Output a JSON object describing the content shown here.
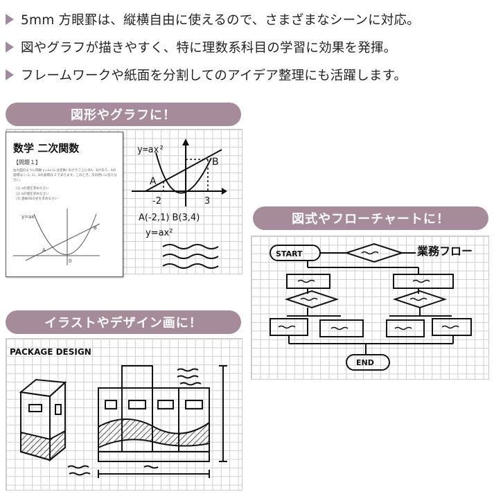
{
  "bullets": [
    "5mm 方眼罫は、縦横自由に使えるので、さまざまなシーンに対応。",
    "図やグラフが描きやすく、特に理数系科目の学習に効果を発揮。",
    "フレームワークや紙面を分割してのアイデア整理にも活躍します。"
  ],
  "sections": {
    "graphs": "図形やグラフに！",
    "flowchart": "図式やフローチャートに！",
    "illustration": "イラストやデザイン画に！"
  },
  "paper": {
    "title": "数学 二次関数",
    "question": "【問題１】",
    "question_text": "右の図のように関数 y=ax (a は定数) のグラフ上に点A、Bがあり、Aの座標は (−2, 1)、Bの座標は 3 であります。このとき、次の問いに答えなさい。",
    "items": [
      "(1) aの値を求めなさい",
      "(2) bの値を求めなさい",
      "(3) 直線ABの式を求めなさい"
    ],
    "graph_label": "y=ax",
    "point_a": "A",
    "point_b": "B",
    "origin": "0"
  },
  "graph_sketch": {
    "formula": "y=ax²",
    "point_a": "A",
    "point_b": "B",
    "tick_neg2": "-2",
    "tick_3": "3",
    "coords": "A(-2,1) B(3,4)",
    "formula2": "y=ax²"
  },
  "flowchart": {
    "start": "START",
    "end": "END",
    "title": "業務フロー"
  },
  "design": {
    "title": "PACKAGE DESIGN"
  }
}
